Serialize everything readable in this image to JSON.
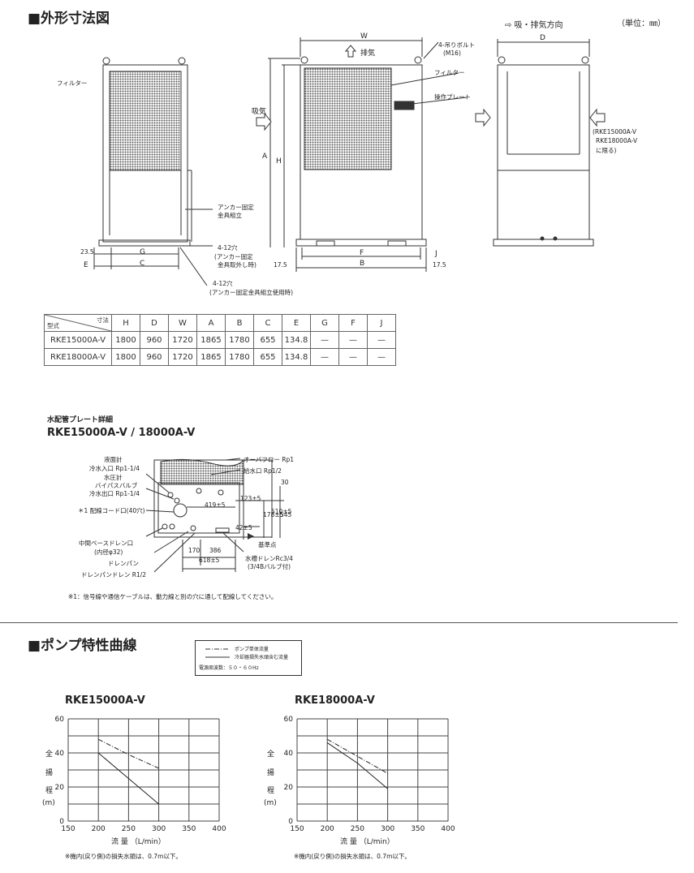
{
  "section1": {
    "title": "■外形寸法図",
    "unit": "（単位：㎜）",
    "airflow_legend": "⇨ 吸・排気方向"
  },
  "drawing": {
    "filter": "フィルター",
    "anchor_fix": "アンカー固定",
    "anchor_fix2": "金具組立",
    "hole_4_12a": "4-12穴",
    "hole_4_12a_note": "(アンカー固定",
    "hole_4_12a_note2": "金具取外し時)",
    "hole_4_12b": "4-12穴",
    "hole_4_12b_note": "(アンカー固定金具組立使用時)",
    "dim_235": "23.5",
    "dim_E": "E",
    "dim_G": "G",
    "dim_C": "C",
    "dim_W": "W",
    "dim_A": "A",
    "dim_H": "H",
    "dim_F": "F",
    "dim_B": "B",
    "dim_J": "J",
    "dim_D": "D",
    "dim_175a": "17.5",
    "dim_175b": "17.5",
    "exhaust": "排気",
    "intake": "吸気",
    "hang_bolt": "4-吊りボルト",
    "hang_bolt2": "(M16)",
    "filter2": "フィルター",
    "op_plate": "操作プレート",
    "side_note1": "(RKE15000A-V",
    "side_note2": "RKE18000A-V",
    "side_note3": "に限る)"
  },
  "spec_table": {
    "header_tl": "寸法",
    "header_bl": "型式",
    "columns": [
      "H",
      "D",
      "W",
      "A",
      "B",
      "C",
      "E",
      "G",
      "F",
      "J"
    ],
    "rows": [
      {
        "model": "RKE15000A-V",
        "values": [
          "1800",
          "960",
          "1720",
          "1865",
          "1780",
          "655",
          "134.8",
          "—",
          "—",
          "—"
        ]
      },
      {
        "model": "RKE18000A-V",
        "values": [
          "1800",
          "960",
          "1720",
          "1865",
          "1780",
          "655",
          "134.8",
          "—",
          "—",
          "—"
        ]
      }
    ]
  },
  "plate_detail": {
    "label": "水配管プレート詳細",
    "model": "RKE15000A-V / 18000A-V",
    "c_liquid": "液面計",
    "c_cold_in": "冷水入口  Rp1-1/4",
    "c_pressure": "水圧計",
    "c_bypass": "バイパスバルブ",
    "c_cold_out": "冷水出口  Rp1-1/4",
    "c_cord": "＊1 配線コード口(40穴)",
    "c_middle_drain": "中間ベースドレン口",
    "c_middle_drain2": "(内径φ32)",
    "c_drain_pan": "ドレンパン",
    "c_drain_pan_drain": "ドレンパンドレン  R1/2",
    "c_overflow": "オーバフロー  Rp1",
    "c_water_supply": "給水口  Rp1/2",
    "c_tank_drain": "水槽ドレンRc3/4",
    "c_tank_drain2": "(3/4Bバルブ付)",
    "c_ref_point": "基準点",
    "d_123": "123±5",
    "d_419": "419±5",
    "d_178": "178±5",
    "d_510": "510±5",
    "d_545": "545",
    "d_30": "30",
    "d_42": "42±5",
    "d_170": "170",
    "d_386": "386",
    "d_618": "618±5",
    "footnote": "※1：信号線や通信ケーブルは、動力線と別の穴に通して配線してください。"
  },
  "section2": {
    "title": "■ポンプ特性曲線",
    "legend_pump": "ポンプ単体流量",
    "legend_loss": "冷却器損失水頭含む流量",
    "legend_power": "電源周波数：５０・６０Hz"
  },
  "charts_text": {
    "ylabel_chars": [
      "全",
      "揚",
      "程",
      "(m)"
    ],
    "xlabel": "流  量  （L/min）",
    "note": "※機内(戻り側)の損失水頭は、0.7m以下。"
  },
  "chart_data": [
    {
      "type": "line",
      "title": "RKE15000A-V",
      "x": [
        150,
        200,
        250,
        300,
        350,
        400
      ],
      "ylim": [
        0,
        60
      ],
      "xlim": [
        150,
        400
      ],
      "grid": true,
      "series": [
        {
          "x": [
            200,
            250,
            300
          ],
          "y": [
            48,
            39,
            31
          ]
        },
        {
          "x": [
            200,
            250,
            300
          ],
          "y": [
            40,
            25,
            10
          ]
        }
      ]
    },
    {
      "type": "line",
      "title": "RKE18000A-V",
      "x": [
        150,
        200,
        250,
        300,
        350,
        400
      ],
      "ylim": [
        0,
        60
      ],
      "xlim": [
        150,
        400
      ],
      "grid": true,
      "series": [
        {
          "x": [
            200,
            250,
            300
          ],
          "y": [
            48,
            38,
            28
          ]
        },
        {
          "x": [
            200,
            250,
            300
          ],
          "y": [
            46,
            34,
            19
          ]
        }
      ]
    }
  ]
}
